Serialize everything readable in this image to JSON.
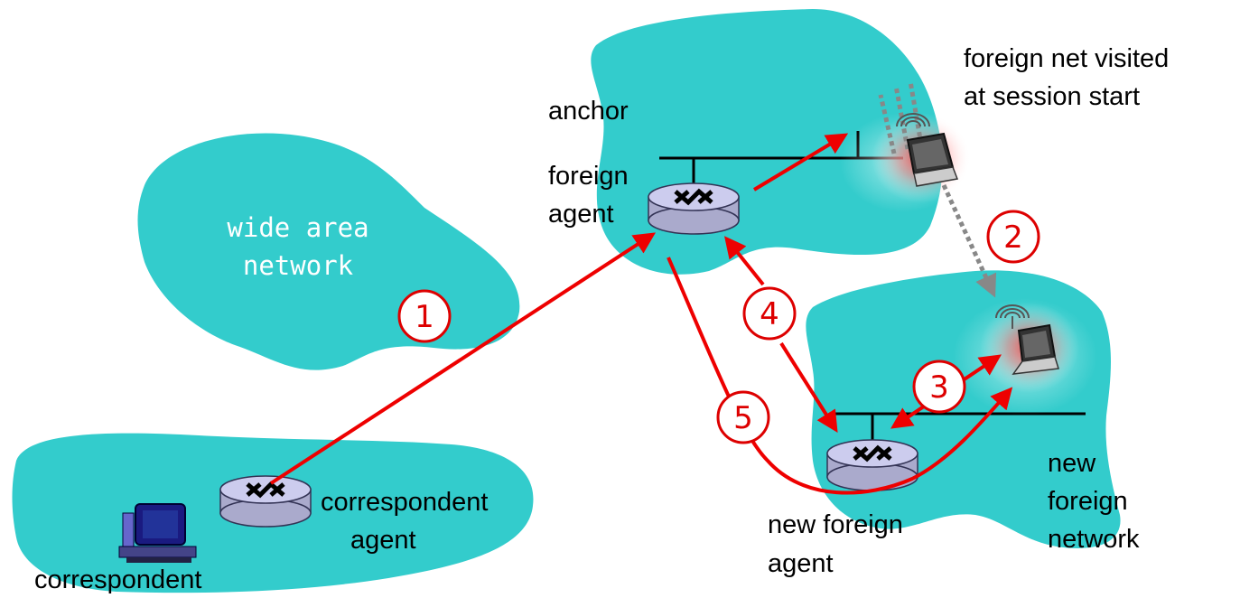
{
  "labels": {
    "wide_area_network": [
      "wide area",
      "network"
    ],
    "anchor_agent": [
      "anchor",
      "foreign",
      "agent"
    ],
    "foreign_net_visited": [
      "foreign net  visited",
      "at session start"
    ],
    "correspondent_agent": [
      "correspondent",
      "agent"
    ],
    "correspondent": "correspondent",
    "new_foreign_agent": [
      "new foreign",
      "agent"
    ],
    "new_foreign_network": [
      "new",
      "foreign",
      "network"
    ]
  },
  "steps": [
    "1",
    "2",
    "3",
    "4",
    "5"
  ],
  "colors": {
    "network_fill": "#33cccc",
    "arrow_red": "#ee0000",
    "step_circle_border": "#dd0000",
    "move_arrow_gray": "#888888",
    "router_fill": "#ccccee"
  },
  "icons": [
    "router-icon",
    "laptop-icon",
    "desktop-computer-icon",
    "wireless-signal-icon"
  ]
}
